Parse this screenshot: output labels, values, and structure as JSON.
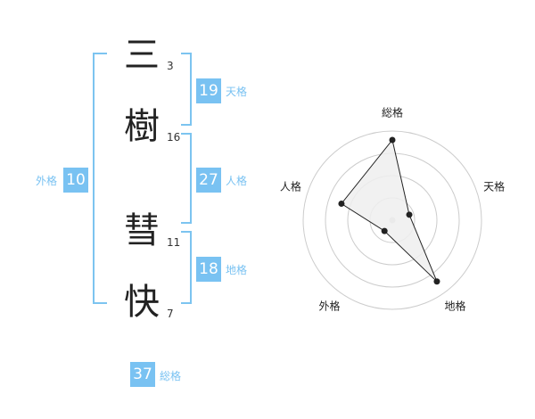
{
  "name_chars": [
    {
      "char": "三",
      "strokes": "3"
    },
    {
      "char": "樹",
      "strokes": "16"
    },
    {
      "char": "彗",
      "strokes": "11"
    },
    {
      "char": "快",
      "strokes": "7"
    }
  ],
  "scores": {
    "tenkaku": {
      "label": "天格",
      "value": "19"
    },
    "jinkaku": {
      "label": "人格",
      "value": "27"
    },
    "chikaku": {
      "label": "地格",
      "value": "18"
    },
    "gaikaku": {
      "label": "外格",
      "value": "10"
    },
    "soukaku": {
      "label": "総格",
      "value": "37"
    }
  },
  "chart_data": {
    "type": "radar",
    "axes": [
      "総格",
      "天格",
      "地格",
      "外格",
      "人格"
    ],
    "values": [
      0.9,
      0.2,
      0.85,
      0.15,
      0.6
    ],
    "rings": 4,
    "colors": {
      "fill": "#eeeeee",
      "line": "#222222",
      "grid": "#cccccc",
      "accent": "#79c2f2"
    }
  }
}
